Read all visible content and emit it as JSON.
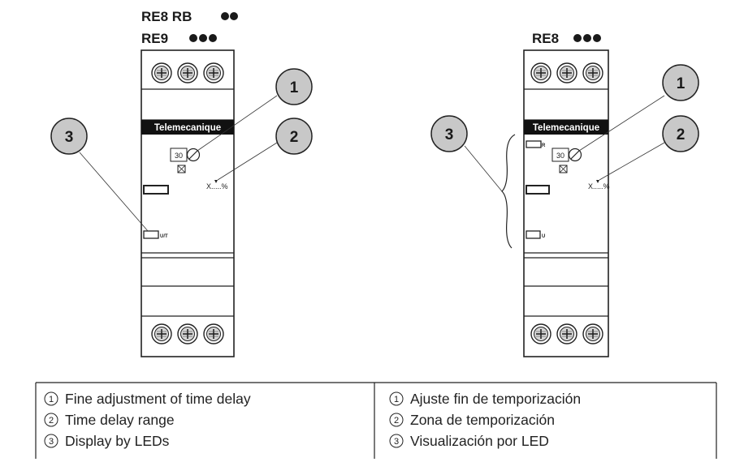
{
  "left_device": {
    "title_line1": "RE8 RB",
    "title_line2": "RE9 ",
    "brand": "Telemecanique",
    "dial_value": "30",
    "range_label": "X.....%",
    "led_label": "U/T"
  },
  "right_device": {
    "title": "RE8 ",
    "brand": "Telemecanique",
    "dial_value": "30",
    "range_label": "X.....%",
    "led_label_top": "R",
    "led_label_bottom": "U"
  },
  "callouts": {
    "one": "1",
    "two": "2",
    "three": "3"
  },
  "legend": {
    "english": [
      {
        "num": "1",
        "text": "Fine adjustment of time delay"
      },
      {
        "num": "2",
        "text": "Time delay range"
      },
      {
        "num": "3",
        "text": "Display by LEDs"
      }
    ],
    "spanish": [
      {
        "num": "1",
        "text": "Ajuste fin de temporización"
      },
      {
        "num": "2",
        "text": "Zona de temporización"
      },
      {
        "num": "3",
        "text": "Visualización por LED"
      }
    ]
  },
  "colors": {
    "callout_fill": "#c8c8c8",
    "brand_bar": "#111111",
    "ink": "#222222"
  }
}
